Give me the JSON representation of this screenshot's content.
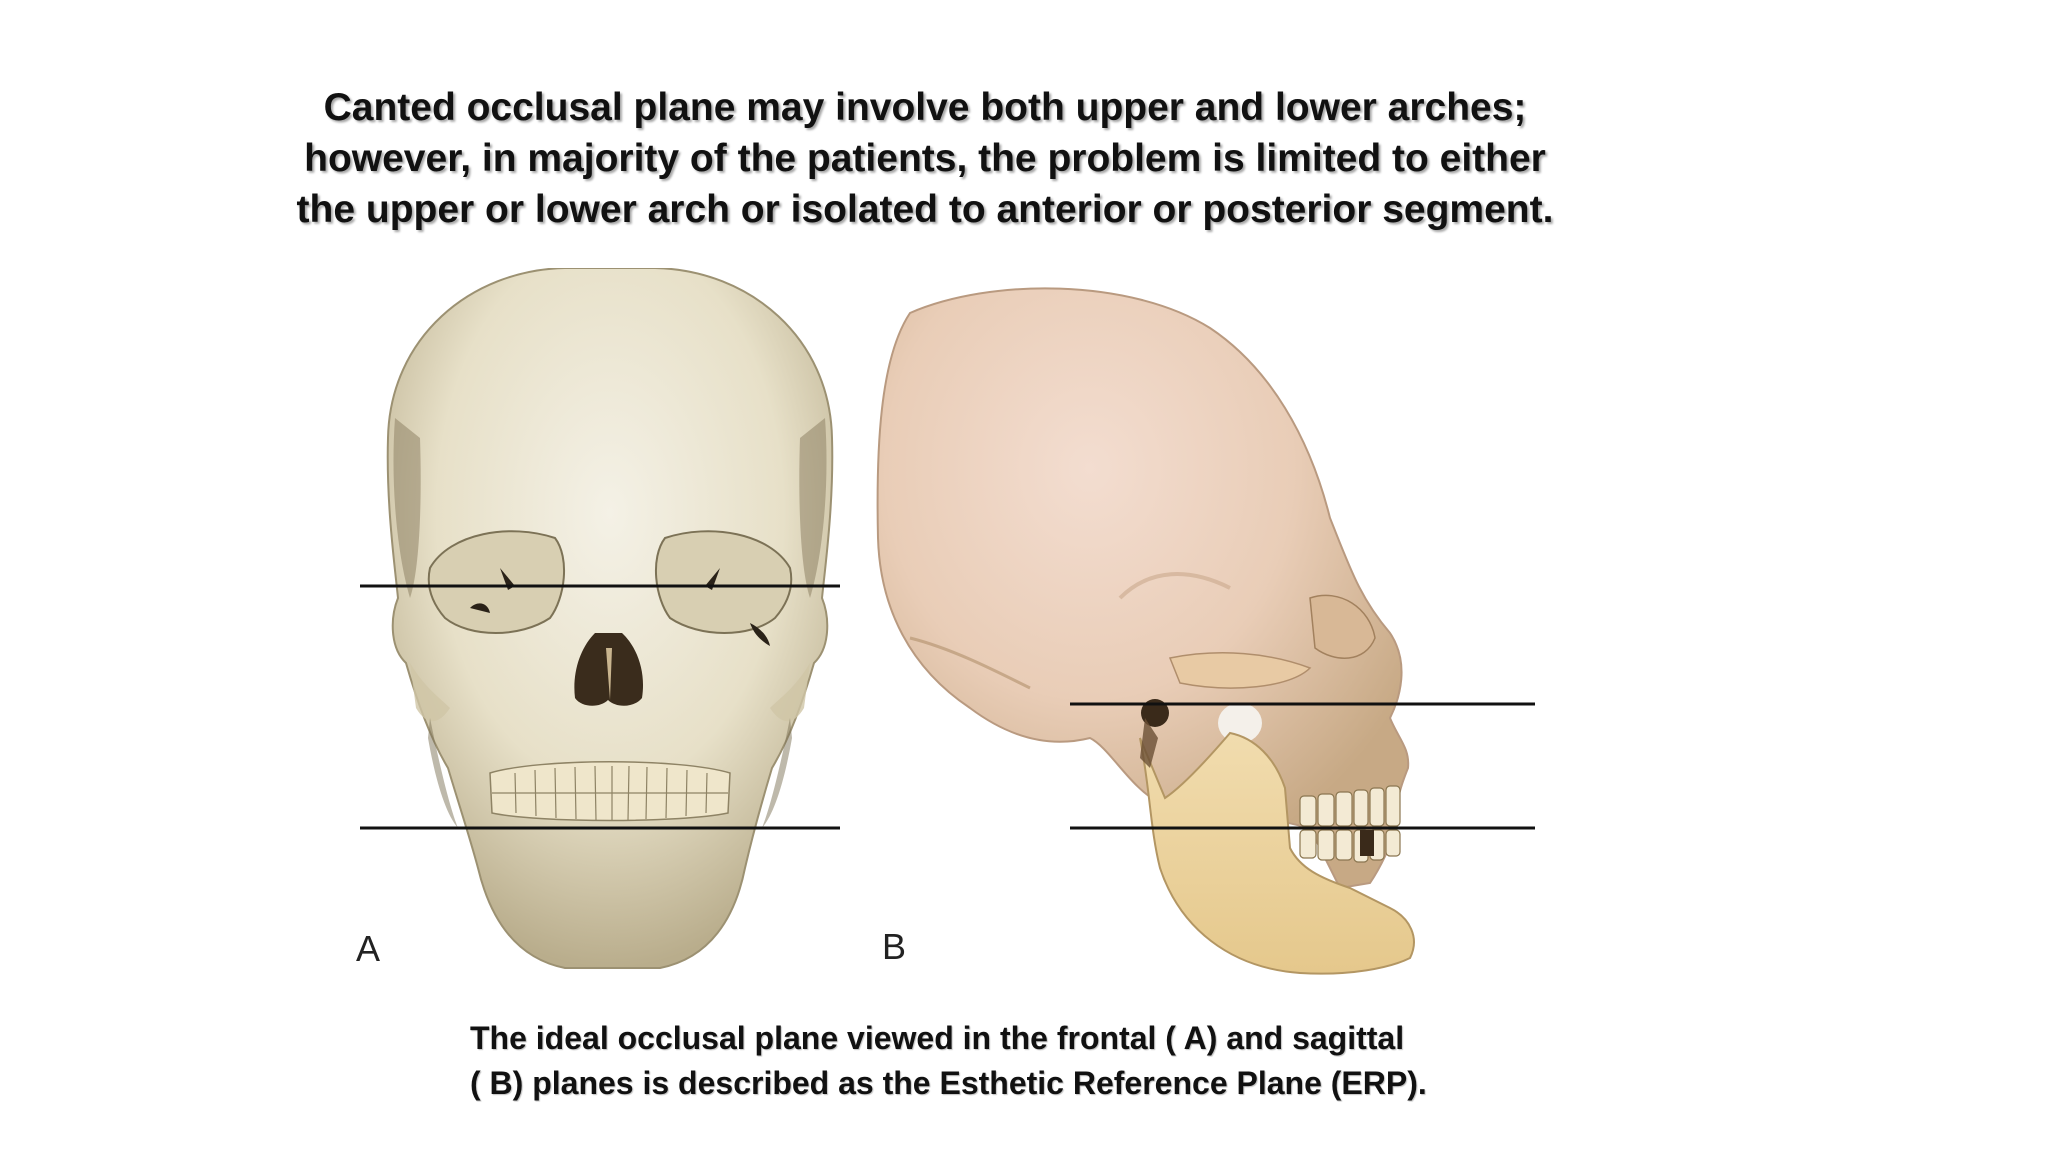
{
  "slide": {
    "title_lines": [
      "Canted occlusal plane may involve both upper and lower arches;",
      "however, in majority of the patients, the problem is limited to either",
      "the upper or lower arch or isolated to anterior or posterior segment."
    ],
    "figure": {
      "panel_a_label": "A",
      "panel_b_label": "B",
      "panel_a_icon": "frontal-skull-icon",
      "panel_b_icon": "lateral-skull-icon"
    },
    "caption_lines": [
      "The ideal occlusal plane viewed in the frontal ( A) and sagittal",
      "( B) planes is described as the Esthetic Reference Plane (ERP)."
    ]
  }
}
